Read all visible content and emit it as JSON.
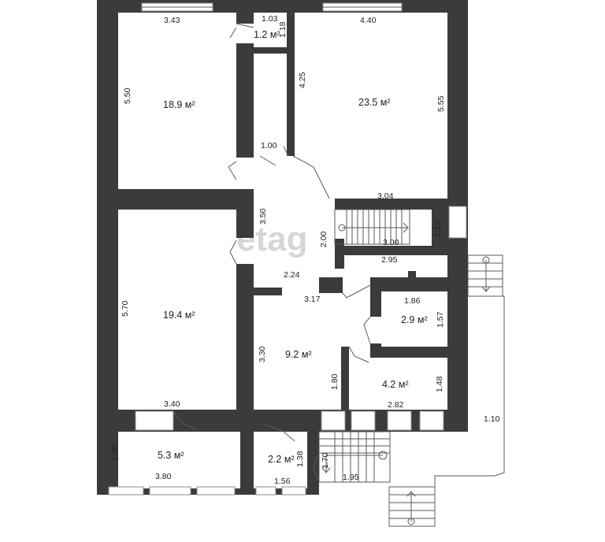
{
  "watermark": "etag",
  "areas": {
    "room_nw": "18.9 м²",
    "room_ne": "23.5 м²",
    "closet_top": "1.2 м²",
    "room_w": "19.4 м²",
    "hall": "9.2 м²",
    "room_small_e": "2.9 м²",
    "room_e": "4.2 м²",
    "room_sw": "5.3 м²",
    "room_s": "2.2 м²"
  },
  "dims": {
    "d343": "3.43",
    "d103": "1.03",
    "d440": "4.40",
    "d118": "1.18",
    "d550": "5.50",
    "d425": "4.25",
    "d555": "5.55",
    "d100": "1.00",
    "d304": "3.04",
    "d350": "3.50",
    "d200": "2.00",
    "d300": "3.00",
    "d112": "1.12",
    "d295": "2.95",
    "d224": "2.24",
    "d317": "3.17",
    "d570": "5.70",
    "d186": "1.86",
    "d157": "1.57",
    "d330": "3.30",
    "d180": "1.80",
    "d148": "1.48",
    "d340": "3.40",
    "d282": "2.82",
    "d110": "1.10",
    "d140": "1.40",
    "d138": "1.38",
    "d170": "1.70",
    "d380": "3.80",
    "d156": "1.56",
    "d195": "1.95"
  }
}
